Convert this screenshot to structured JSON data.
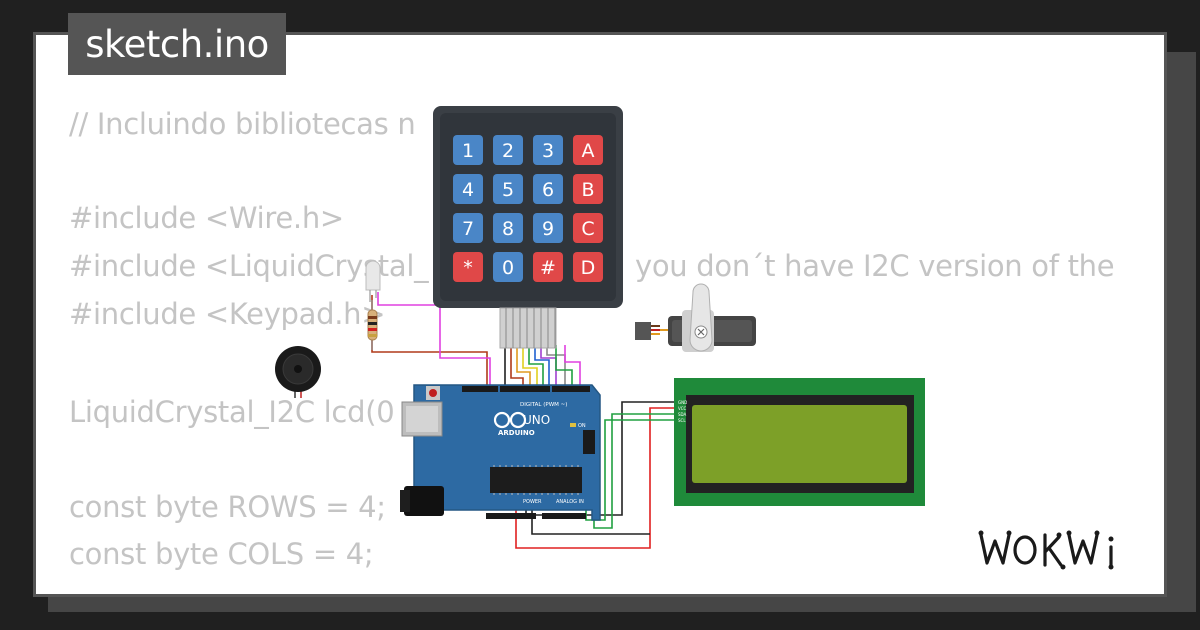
{
  "title": "sketch.ino",
  "code_lines": [
    "// Incluindo bibliotecas n",
    "",
    "#include <Wire.h>",
    "#include <LiquidCrystal_",
    "#include <Keypad.h>",
    "",
    "LiquidCrystal_I2C lcd(0",
    "",
    "const byte ROWS = 4;",
    "const byte COLS = 4;"
  ],
  "code_fragment_right": "you don´t have I2C version of the",
  "keypad": {
    "keys": [
      [
        "1",
        "2",
        "3",
        "A"
      ],
      [
        "4",
        "5",
        "6",
        "B"
      ],
      [
        "7",
        "8",
        "9",
        "C"
      ],
      [
        "*",
        "0",
        "#",
        "D"
      ]
    ],
    "number_color": "#4a86c7",
    "letter_color": "#e04848"
  },
  "arduino": {
    "brand": "ARDUINO",
    "model": "UNO",
    "digital_label": "DIGITAL (PWM ~)",
    "power_label": "POWER",
    "analog_label": "ANALOG IN",
    "on_label": "ON",
    "board_color": "#2d6aa3"
  },
  "lcd": {
    "pins": [
      "GND",
      "VCC",
      "SDA",
      "SCL"
    ],
    "screen_color": "#7da028",
    "frame_color": "#1f8a3a"
  },
  "logo": "WOKWi",
  "colors": {
    "background": "#202020",
    "card": "#ffffff",
    "badge": "#555555",
    "code_text": "#c4c4c4"
  }
}
